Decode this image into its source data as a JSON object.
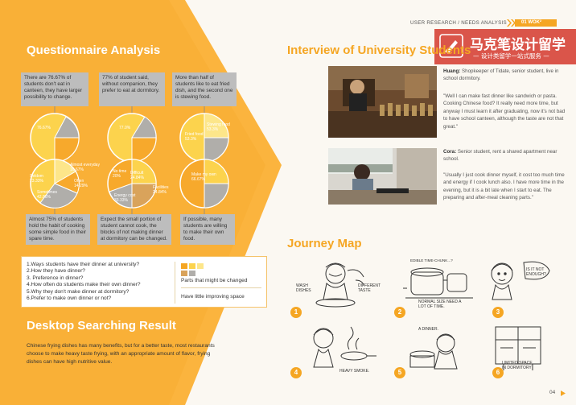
{
  "header": {
    "breadcrumb": "USER RESEARCH / NEEDS ANALYSIS",
    "section_tag": "01 WOK²"
  },
  "watermark": {
    "brand": "马克笔设计留学",
    "tagline": "— 设计类留学一站式服务 —"
  },
  "questionnaire": {
    "title": "Questionnaire Analysis",
    "top_boxes": [
      "There are 76.67% of students don't eat in canteen, they have larger possibility to change.",
      "77% of student said, without companion, they prefer to eat at dormitory.",
      "More than half of students like to eat fried dish, and the second one is stewing food."
    ],
    "bottom_boxes": [
      "Almost 75% of students hold the habit of cooking some simple food in their spare time.",
      "Expect the small portion of student cannot cook, the blocks of not making dinner at dormitory can be changed.",
      "If possible, many students are willing to make their own food."
    ],
    "pie_labels": {
      "p1": [
        "76.67%"
      ],
      "p2": [
        "77.0%"
      ],
      "p3": [
        "Stewing food",
        "53.3%",
        "Fried food",
        "53.3%"
      ],
      "p4": [
        "Almost everyday",
        "16.67%",
        "Often",
        "14.29%",
        "Seldom",
        "23.33%",
        "Sometimes",
        "42.86%"
      ],
      "p5": [
        "No time",
        "20%",
        "Difficult",
        "24.84%",
        "Facilities",
        "24.84%",
        "Energy cost",
        "33.33%"
      ],
      "p6": [
        "Make my own",
        "66.67%"
      ]
    },
    "questions": [
      "1.Ways students have their dinner at university?",
      "2.How they have dinner?",
      "3. Preference in dinner?",
      "4.How often do students make their own dinner?",
      "5.Why they don't make dinner at dormitory?",
      "6.Prefer to make own dinner or not?"
    ],
    "legend": [
      "Parts that might be changed",
      "Have little improving space"
    ]
  },
  "desktop": {
    "title": "Desktop Searching Result",
    "text": "Chinese frying dishes has many benefits, but for a better taste, most restaurants choose to make heavy taste frying, with an appropriate amount of flavor, frying dishes can have high nutritive value."
  },
  "interview": {
    "title": "Interview of University Students",
    "huang_name": "Huang:",
    "huang_role": "Shopkeeper of Tidate, senior student, live in school dormitory.",
    "huang_quote": "\"Well I can make fast dinner like sandwich or pasta. Cooking Chinese food? It really need more time, but anyway I must learn it after graduating, now it's not bad to have school canteen, although the taste are not that great.\"",
    "cora_name": "Cora:",
    "cora_role": "Senior student, rent a shared apartment near school.",
    "cora_quote": "\"Usually I just cook dinner myself, it cost too much time and energy if I cook lunch also. I have more time in the evening, but it is a bit late when I start to eat. The preparing and after-meal cleaning parts.\""
  },
  "journey": {
    "title": "Journey Map",
    "steps": [
      "1",
      "2",
      "3",
      "4",
      "5",
      "6"
    ],
    "sketch_notes": [
      "WASH DISHES",
      "DIFFERENT TASTE",
      "EDIBLE TIME-CHUNK...?",
      "NORMAL SIZE NEED A LOT OF TIME.",
      "IS IT NOT ENOUGH?",
      "HEAVY SMOKE.",
      "A DINNER.",
      "LIMITED SPACE IN DORMITORY"
    ]
  },
  "footer": {
    "page_number": "04"
  },
  "colors": {
    "accent": "#f5a623",
    "panel": "#fbb43e",
    "pie_yellow": "#fcd34d",
    "pie_gray": "#b0aeaa",
    "box_gray": "#bdbdbd"
  }
}
